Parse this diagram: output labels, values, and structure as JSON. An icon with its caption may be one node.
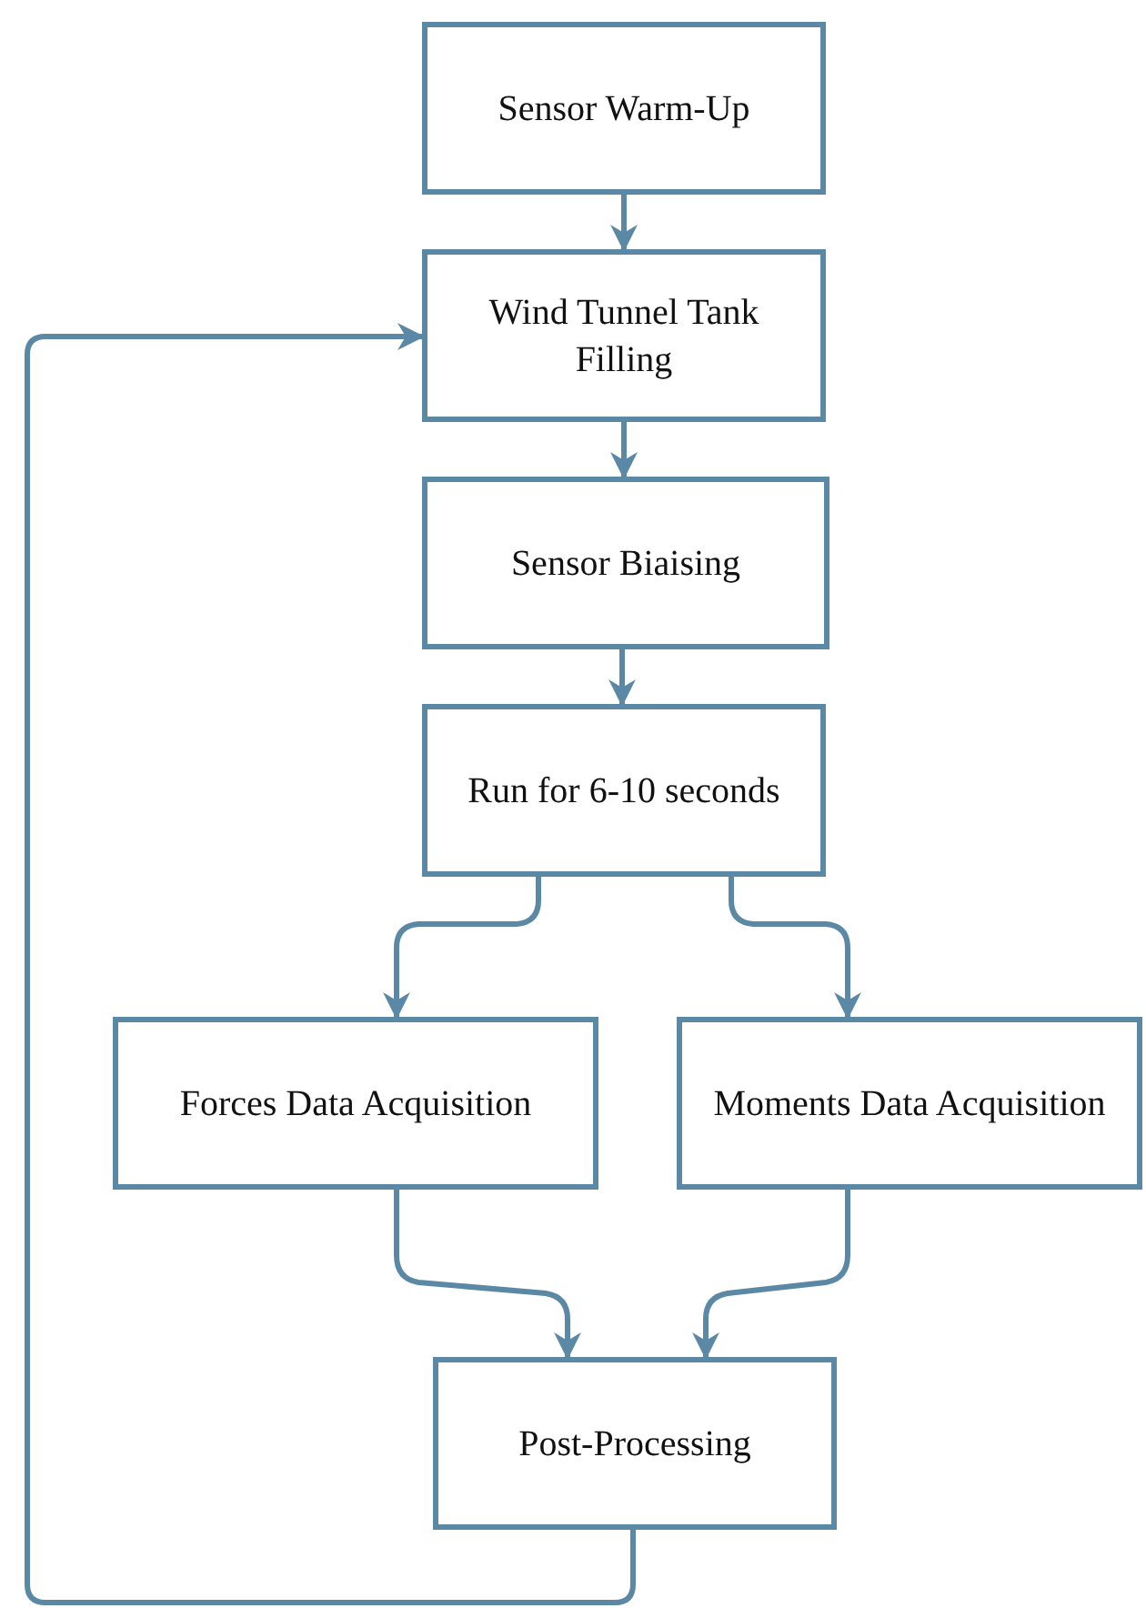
{
  "diagram": {
    "nodes": [
      {
        "text": [
          "Sensor Warm-Up"
        ]
      },
      {
        "text": [
          "Wind Tunnel Tank Filling"
        ]
      },
      {
        "text": [
          "Sensor Biaising"
        ]
      },
      {
        "text": [
          "Run for 6-10 seconds"
        ]
      },
      {
        "text": [
          "Forces Data Acquisition"
        ]
      },
      {
        "text": [
          "Moments Data Acquisition"
        ]
      },
      {
        "text": [
          "Post-Processing"
        ]
      }
    ],
    "edges": [
      {
        "from": 0,
        "to": 1,
        "arrow": "to"
      },
      {
        "from": 1,
        "to": 2,
        "arrow": "to"
      },
      {
        "from": 2,
        "to": 3,
        "arrow": "to"
      },
      {
        "from": 3,
        "to": 4,
        "arrow": "to"
      },
      {
        "from": 3,
        "to": 5,
        "arrow": "to"
      },
      {
        "from": 4,
        "to": 6,
        "arrow": "to"
      },
      {
        "from": 5,
        "to": 6,
        "arrow": "to"
      },
      {
        "from": 6,
        "to": 1,
        "arrow": "to"
      }
    ]
  }
}
